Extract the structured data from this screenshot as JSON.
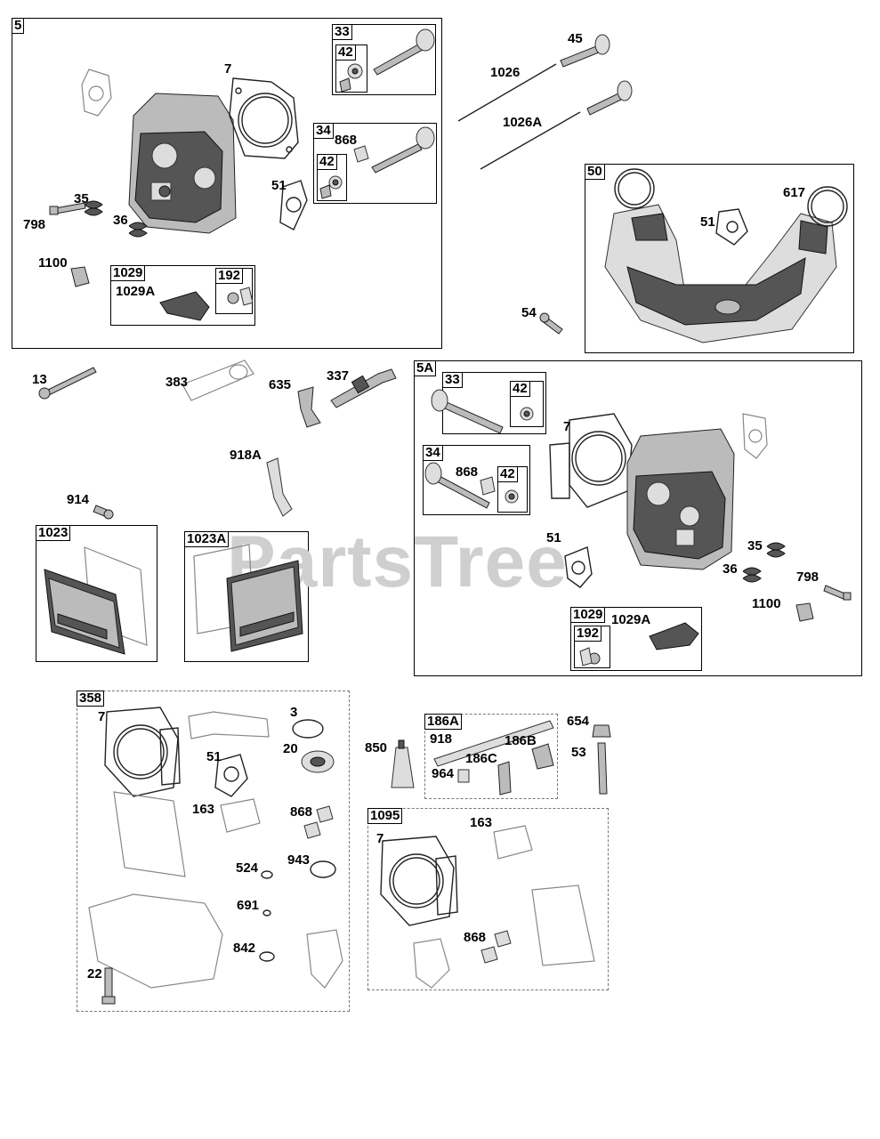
{
  "watermark": "PartsTree",
  "groups": {
    "g5": "5",
    "g33a": "33",
    "g42a": "42",
    "g34a": "34",
    "g42b": "42",
    "g1029a": "1029",
    "g192a": "192",
    "g50": "50",
    "g5A": "5A",
    "g33b": "33",
    "g42c": "42",
    "g34b": "34",
    "g42d": "42",
    "g1029b": "1029",
    "g192b": "192",
    "g1023": "1023",
    "g1023A": "1023A",
    "g358": "358",
    "g186A": "186A",
    "g1095": "1095"
  },
  "labels": {
    "l7a": "7",
    "l868a": "868",
    "l51a": "51",
    "l35a": "35",
    "l798a": "798",
    "l36a": "36",
    "l1100a": "1100",
    "l1029Aa": "1029A",
    "l45": "45",
    "l1026": "1026",
    "l1026A": "1026A",
    "l51b": "51",
    "l617": "617",
    "l54": "54",
    "l13": "13",
    "l383": "383",
    "l635": "635",
    "l337": "337",
    "l918A": "918A",
    "l914": "914",
    "l7b": "7",
    "l868b": "868",
    "l51c": "51",
    "l35b": "35",
    "l36b": "36",
    "l798b": "798",
    "l1100b": "1100",
    "l1029Ab": "1029A",
    "l7c": "7",
    "l3": "3",
    "l20": "20",
    "l51d": "51",
    "l163a": "163",
    "l868c": "868",
    "l524": "524",
    "l943": "943",
    "l691": "691",
    "l842": "842",
    "l22": "22",
    "l850": "850",
    "l918": "918",
    "l186B": "186B",
    "l186C": "186C",
    "l964": "964",
    "l654": "654",
    "l53": "53",
    "l7d": "7",
    "l163b": "163",
    "l868d": "868"
  }
}
